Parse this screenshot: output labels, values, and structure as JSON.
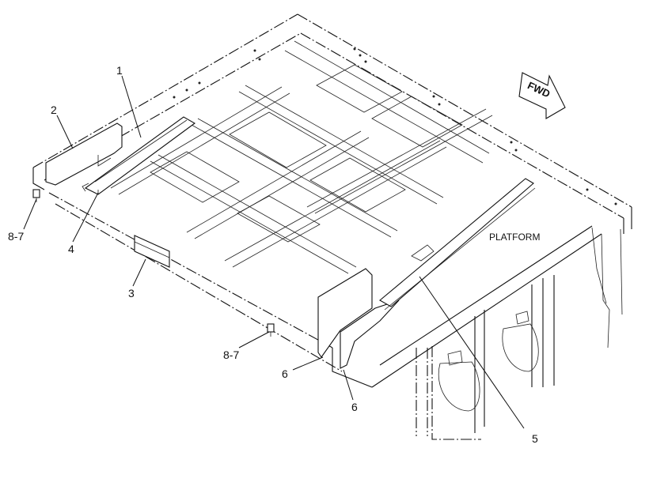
{
  "diagram": {
    "region_label": "PLATFORM",
    "direction_label": "FWD",
    "callouts": {
      "c1": "1",
      "c2": "2",
      "c3": "3",
      "c4": "4",
      "c5": "5",
      "c6a": "6",
      "c6b": "6",
      "c87a": "8-7",
      "c87b": "8-7"
    }
  }
}
